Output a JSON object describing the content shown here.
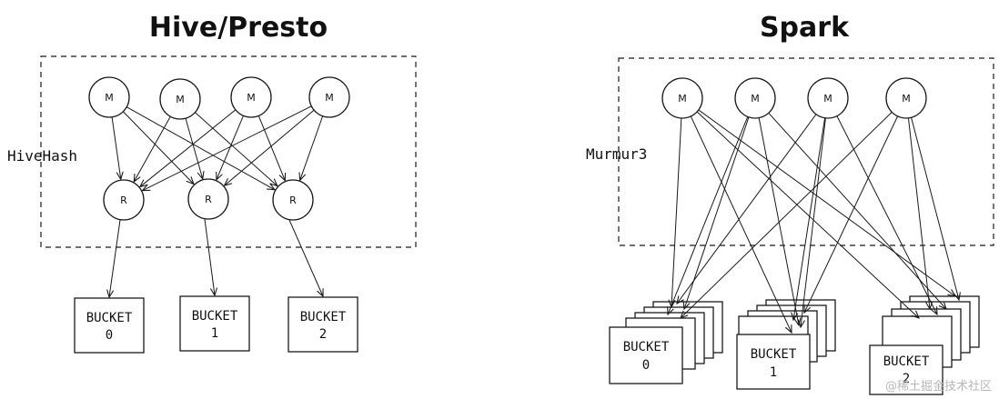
{
  "left": {
    "title": "Hive/Presto",
    "hash_label": "HiveHash",
    "mapper_label": "M",
    "reducer_label": "R",
    "buckets": [
      {
        "line1": "BUCKET",
        "line2": "0"
      },
      {
        "line1": "BUCKET",
        "line2": "1"
      },
      {
        "line1": "BUCKET",
        "line2": "2"
      }
    ]
  },
  "right": {
    "title": "Spark",
    "hash_label": "Murmur3",
    "mapper_label": "M",
    "buckets": [
      {
        "line1": "BUCKET",
        "line2": "0"
      },
      {
        "line1": "BUCKET",
        "line2": "1"
      },
      {
        "line1": "BUCKET",
        "line2": "2"
      }
    ]
  },
  "watermark": "@稀土掘金技术社区"
}
